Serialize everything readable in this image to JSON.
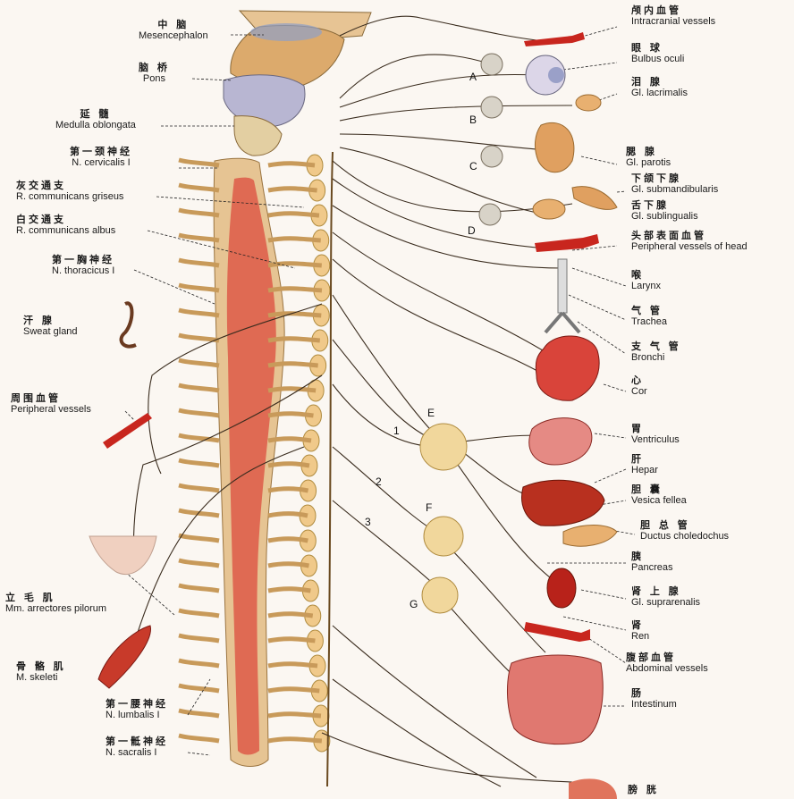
{
  "labels_left": [
    {
      "id": "mesencephalon",
      "cn": "中 脑",
      "en": "Mesencephalon"
    },
    {
      "id": "pons",
      "cn": "脑 桥",
      "en": "Pons"
    },
    {
      "id": "medulla",
      "cn": "延 髓",
      "en": "Medulla oblongata"
    },
    {
      "id": "n-cervicalis",
      "cn": "第一颈神经",
      "en": "N. cervicalis I"
    },
    {
      "id": "r-griseus",
      "cn": "灰交通支",
      "en": "R. communicans griseus"
    },
    {
      "id": "r-albus",
      "cn": "白交通支",
      "en": "R. communicans albus"
    },
    {
      "id": "n-thoracicus",
      "cn": "第一胸神经",
      "en": "N. thoracicus I"
    },
    {
      "id": "sweat-gland",
      "cn": "汗 腺",
      "en": "Sweat gland"
    },
    {
      "id": "peripheral-vessels",
      "cn": "周围血管",
      "en": "Peripheral vessels"
    },
    {
      "id": "arrectores",
      "cn": "立 毛 肌",
      "en": "Mm. arrectores pilorum"
    },
    {
      "id": "skeleti",
      "cn": "骨 骼 肌",
      "en": "M. skeleti"
    },
    {
      "id": "n-lumbalis",
      "cn": "第一腰神经",
      "en": "N. lumbalis I"
    },
    {
      "id": "n-sacralis",
      "cn": "第一骶神经",
      "en": "N. sacralis I"
    }
  ],
  "labels_right": [
    {
      "id": "intracranial",
      "cn": "颅内血管",
      "en": "Intracranial vessels"
    },
    {
      "id": "bulbus",
      "cn": "眼 球",
      "en": "Bulbus oculi"
    },
    {
      "id": "lacrimalis",
      "cn": "泪 腺",
      "en": "Gl. lacrimalis"
    },
    {
      "id": "parotis",
      "cn": "腮 腺",
      "en": "Gl. parotis"
    },
    {
      "id": "submandibularis",
      "cn": "下颌下腺",
      "en": "Gl. submandibularis"
    },
    {
      "id": "sublingualis",
      "cn": "舌下腺",
      "en": "Gl. sublingualis"
    },
    {
      "id": "head-vessels",
      "cn": "头部表面血管",
      "en": "Peripheral vessels of head"
    },
    {
      "id": "larynx",
      "cn": "喉",
      "en": "Larynx"
    },
    {
      "id": "trachea",
      "cn": "气 管",
      "en": "Trachea"
    },
    {
      "id": "bronchi",
      "cn": "支 气 管",
      "en": "Bronchi"
    },
    {
      "id": "cor",
      "cn": "心",
      "en": "Cor"
    },
    {
      "id": "ventriculus",
      "cn": "胃",
      "en": "Ventriculus"
    },
    {
      "id": "hepar",
      "cn": "肝",
      "en": "Hepar"
    },
    {
      "id": "vesica",
      "cn": "胆 囊",
      "en": "Vesica fellea"
    },
    {
      "id": "choledochus",
      "cn": "胆 总 管",
      "en": "Ductus choledochus"
    },
    {
      "id": "pancreas",
      "cn": "胰",
      "en": "Pancreas"
    },
    {
      "id": "suprarenalis",
      "cn": "肾 上 腺",
      "en": "Gl. suprarenalis"
    },
    {
      "id": "ren",
      "cn": "肾",
      "en": "Ren"
    },
    {
      "id": "abdominal",
      "cn": "腹部血管",
      "en": "Abdominal vessels"
    },
    {
      "id": "intestinum",
      "cn": "肠",
      "en": "Intestinum"
    },
    {
      "id": "vesica-urinaria",
      "cn": "膀 胱",
      "en": ""
    }
  ],
  "ganglion_letters": [
    "A",
    "B",
    "C",
    "D",
    "E",
    "F",
    "G"
  ],
  "nerve_numbers": [
    "1",
    "2",
    "3"
  ],
  "colors": {
    "spinal_cord": "#e0604a",
    "chain": "#f0c98a",
    "nerve": "#3a2c1e",
    "vessel": "#c8261e",
    "organ": "#d9443a"
  }
}
